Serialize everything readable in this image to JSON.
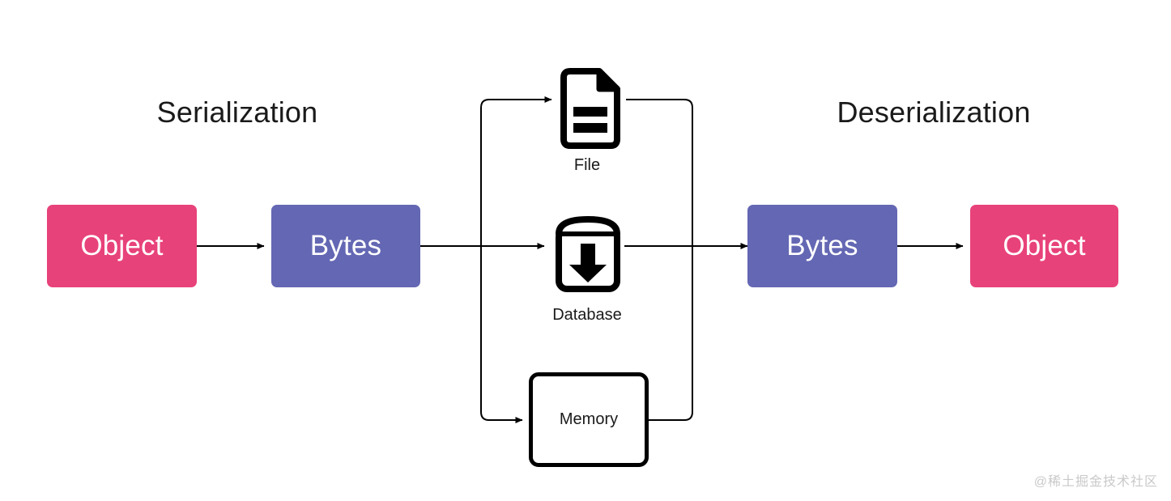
{
  "diagram": {
    "title_serialization": "Serialization",
    "title_deserialization": "Deserialization",
    "nodes": {
      "object_left": "Object",
      "bytes_left": "Bytes",
      "bytes_right": "Bytes",
      "object_right": "Object"
    },
    "storage_targets": [
      {
        "label": "File",
        "icon": "document-icon"
      },
      {
        "label": "Database",
        "icon": "archive-download-icon"
      },
      {
        "label": "Memory",
        "icon": "none"
      }
    ],
    "labels": {
      "file": "File",
      "database": "Database",
      "memory": "Memory"
    },
    "colors": {
      "object_fill": "#e8427a",
      "bytes_fill": "#6467b3",
      "node_text": "#ffffff",
      "line": "#000000",
      "background": "#ffffff",
      "title_text": "#1a1a1a",
      "watermark_text": "#c9c9c9"
    },
    "watermark": "@稀土掘金技术社区"
  }
}
